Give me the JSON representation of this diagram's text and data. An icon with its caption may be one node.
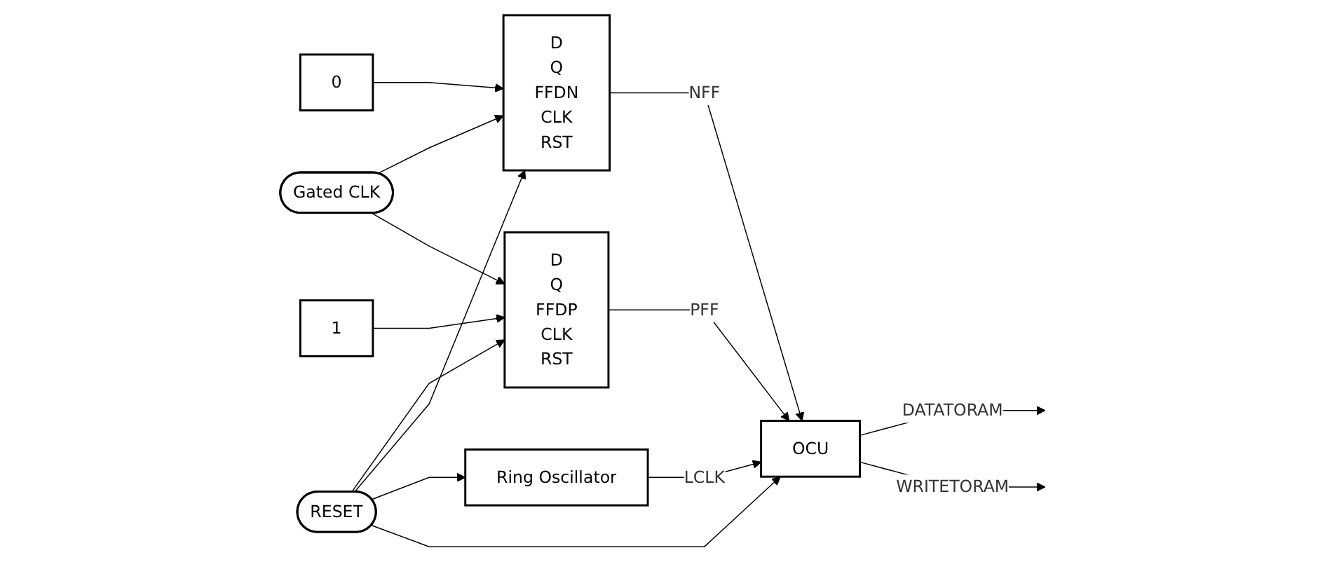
{
  "diagram": {
    "nodes": [
      {
        "text": [
          "0"
        ]
      },
      {
        "text": [
          "D",
          "Q",
          "FFDN",
          "CLK",
          "RST"
        ]
      },
      {
        "text": [
          "1"
        ]
      },
      {
        "text": [
          "Ring Oscillator"
        ]
      },
      {
        "text": [
          "OCU"
        ]
      },
      {
        "text": [
          "Gated CLK"
        ]
      },
      {
        "text": [
          "D",
          "Q",
          "FFDP",
          "CLK",
          "RST"
        ]
      },
      {
        "text": [
          "RESET"
        ]
      }
    ],
    "edges": [
      {
        "from": 0,
        "to": 1,
        "arrow": "to"
      },
      {
        "from": 1,
        "to": 4,
        "arrow": "to",
        "label": "NFF"
      },
      {
        "from": 2,
        "to": 6,
        "arrow": "to"
      },
      {
        "from": 3,
        "to": 4,
        "arrow": "to",
        "label": "LCLK"
      },
      {
        "from": 4,
        "to": null,
        "arrow": "to",
        "label": "DATATORAM"
      },
      {
        "from": 4,
        "to": null,
        "arrow": "to",
        "label": "WRITETORAM"
      },
      {
        "from": 5,
        "to": 1,
        "arrow": "to"
      },
      {
        "from": 5,
        "to": 6,
        "arrow": "to"
      },
      {
        "from": 6,
        "to": 4,
        "arrow": "to",
        "label": "PFF"
      },
      {
        "from": 7,
        "to": 6,
        "arrow": "to"
      },
      {
        "from": 7,
        "to": 1,
        "arrow": "to"
      },
      {
        "from": 7,
        "to": 3,
        "arrow": "to"
      },
      {
        "from": 7,
        "to": 4,
        "arrow": "to"
      }
    ]
  }
}
